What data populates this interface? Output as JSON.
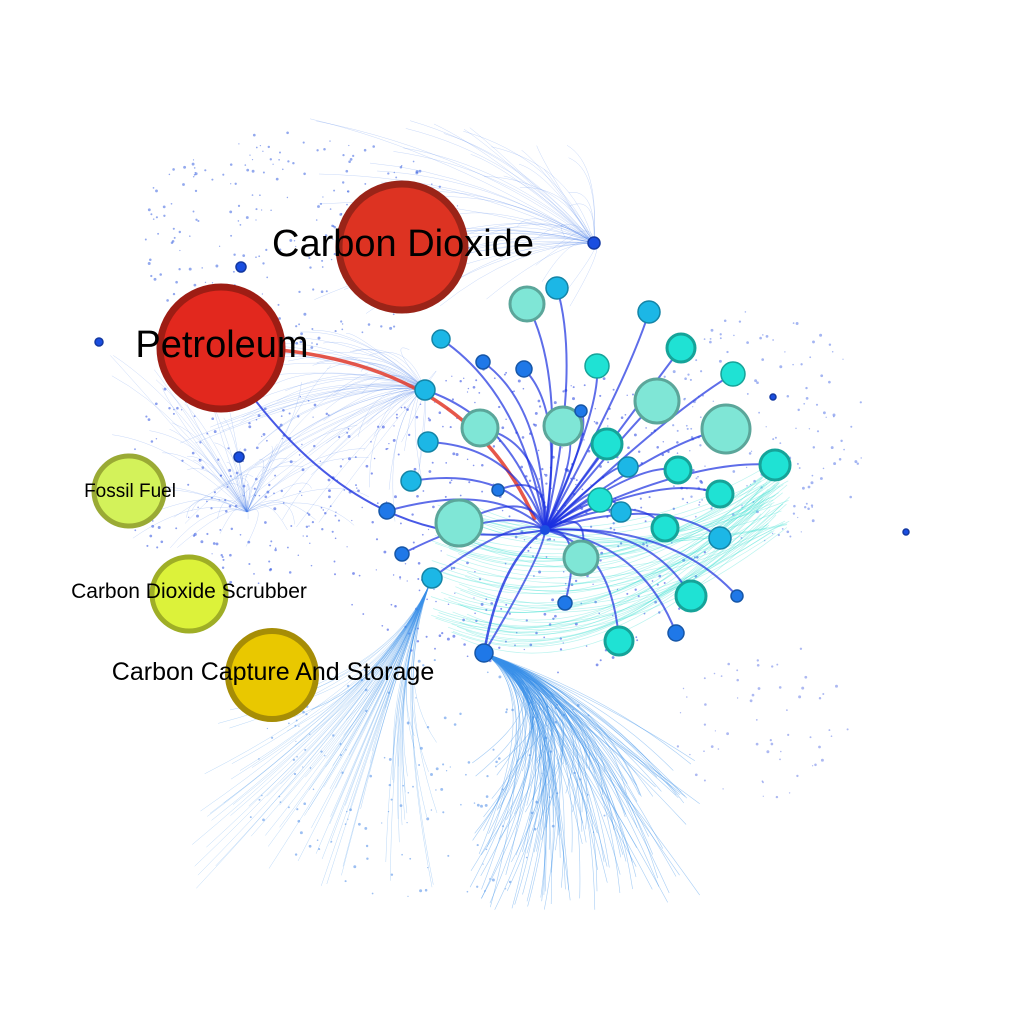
{
  "labeled_nodes": [
    {
      "id": "carbon-dioxide",
      "label": "Carbon Dioxide",
      "fill": "#dd3322",
      "stroke": "#9a2418"
    },
    {
      "id": "petroleum",
      "label": "Petroleum",
      "fill": "#e2281e",
      "stroke": "#9e1d14"
    },
    {
      "id": "fossil-fuel",
      "label": "Fossil Fuel",
      "fill": "#d3f25a",
      "stroke": "#9aaa35"
    },
    {
      "id": "carbon-dioxide-scrubber",
      "label": "Carbon Dioxide Scrubber",
      "fill": "#dcf23a",
      "stroke": "#9fae26"
    },
    {
      "id": "carbon-capture-and-storage",
      "label": "Carbon Capture And Storage",
      "fill": "#e9c800",
      "stroke": "#a68d06"
    }
  ],
  "colors": {
    "hub_edges": "#1a2fe0",
    "petroleum_edge": "#e23a2a",
    "fan_light": "#3a90e8",
    "fan_cyan": "#38e0d0",
    "node_teal": "#7fe6d6",
    "node_cyan": "#1fe2d4",
    "node_sky": "#1cb7e6",
    "node_blue": "#1f78e8",
    "node_dark": "#1a4ee0"
  }
}
